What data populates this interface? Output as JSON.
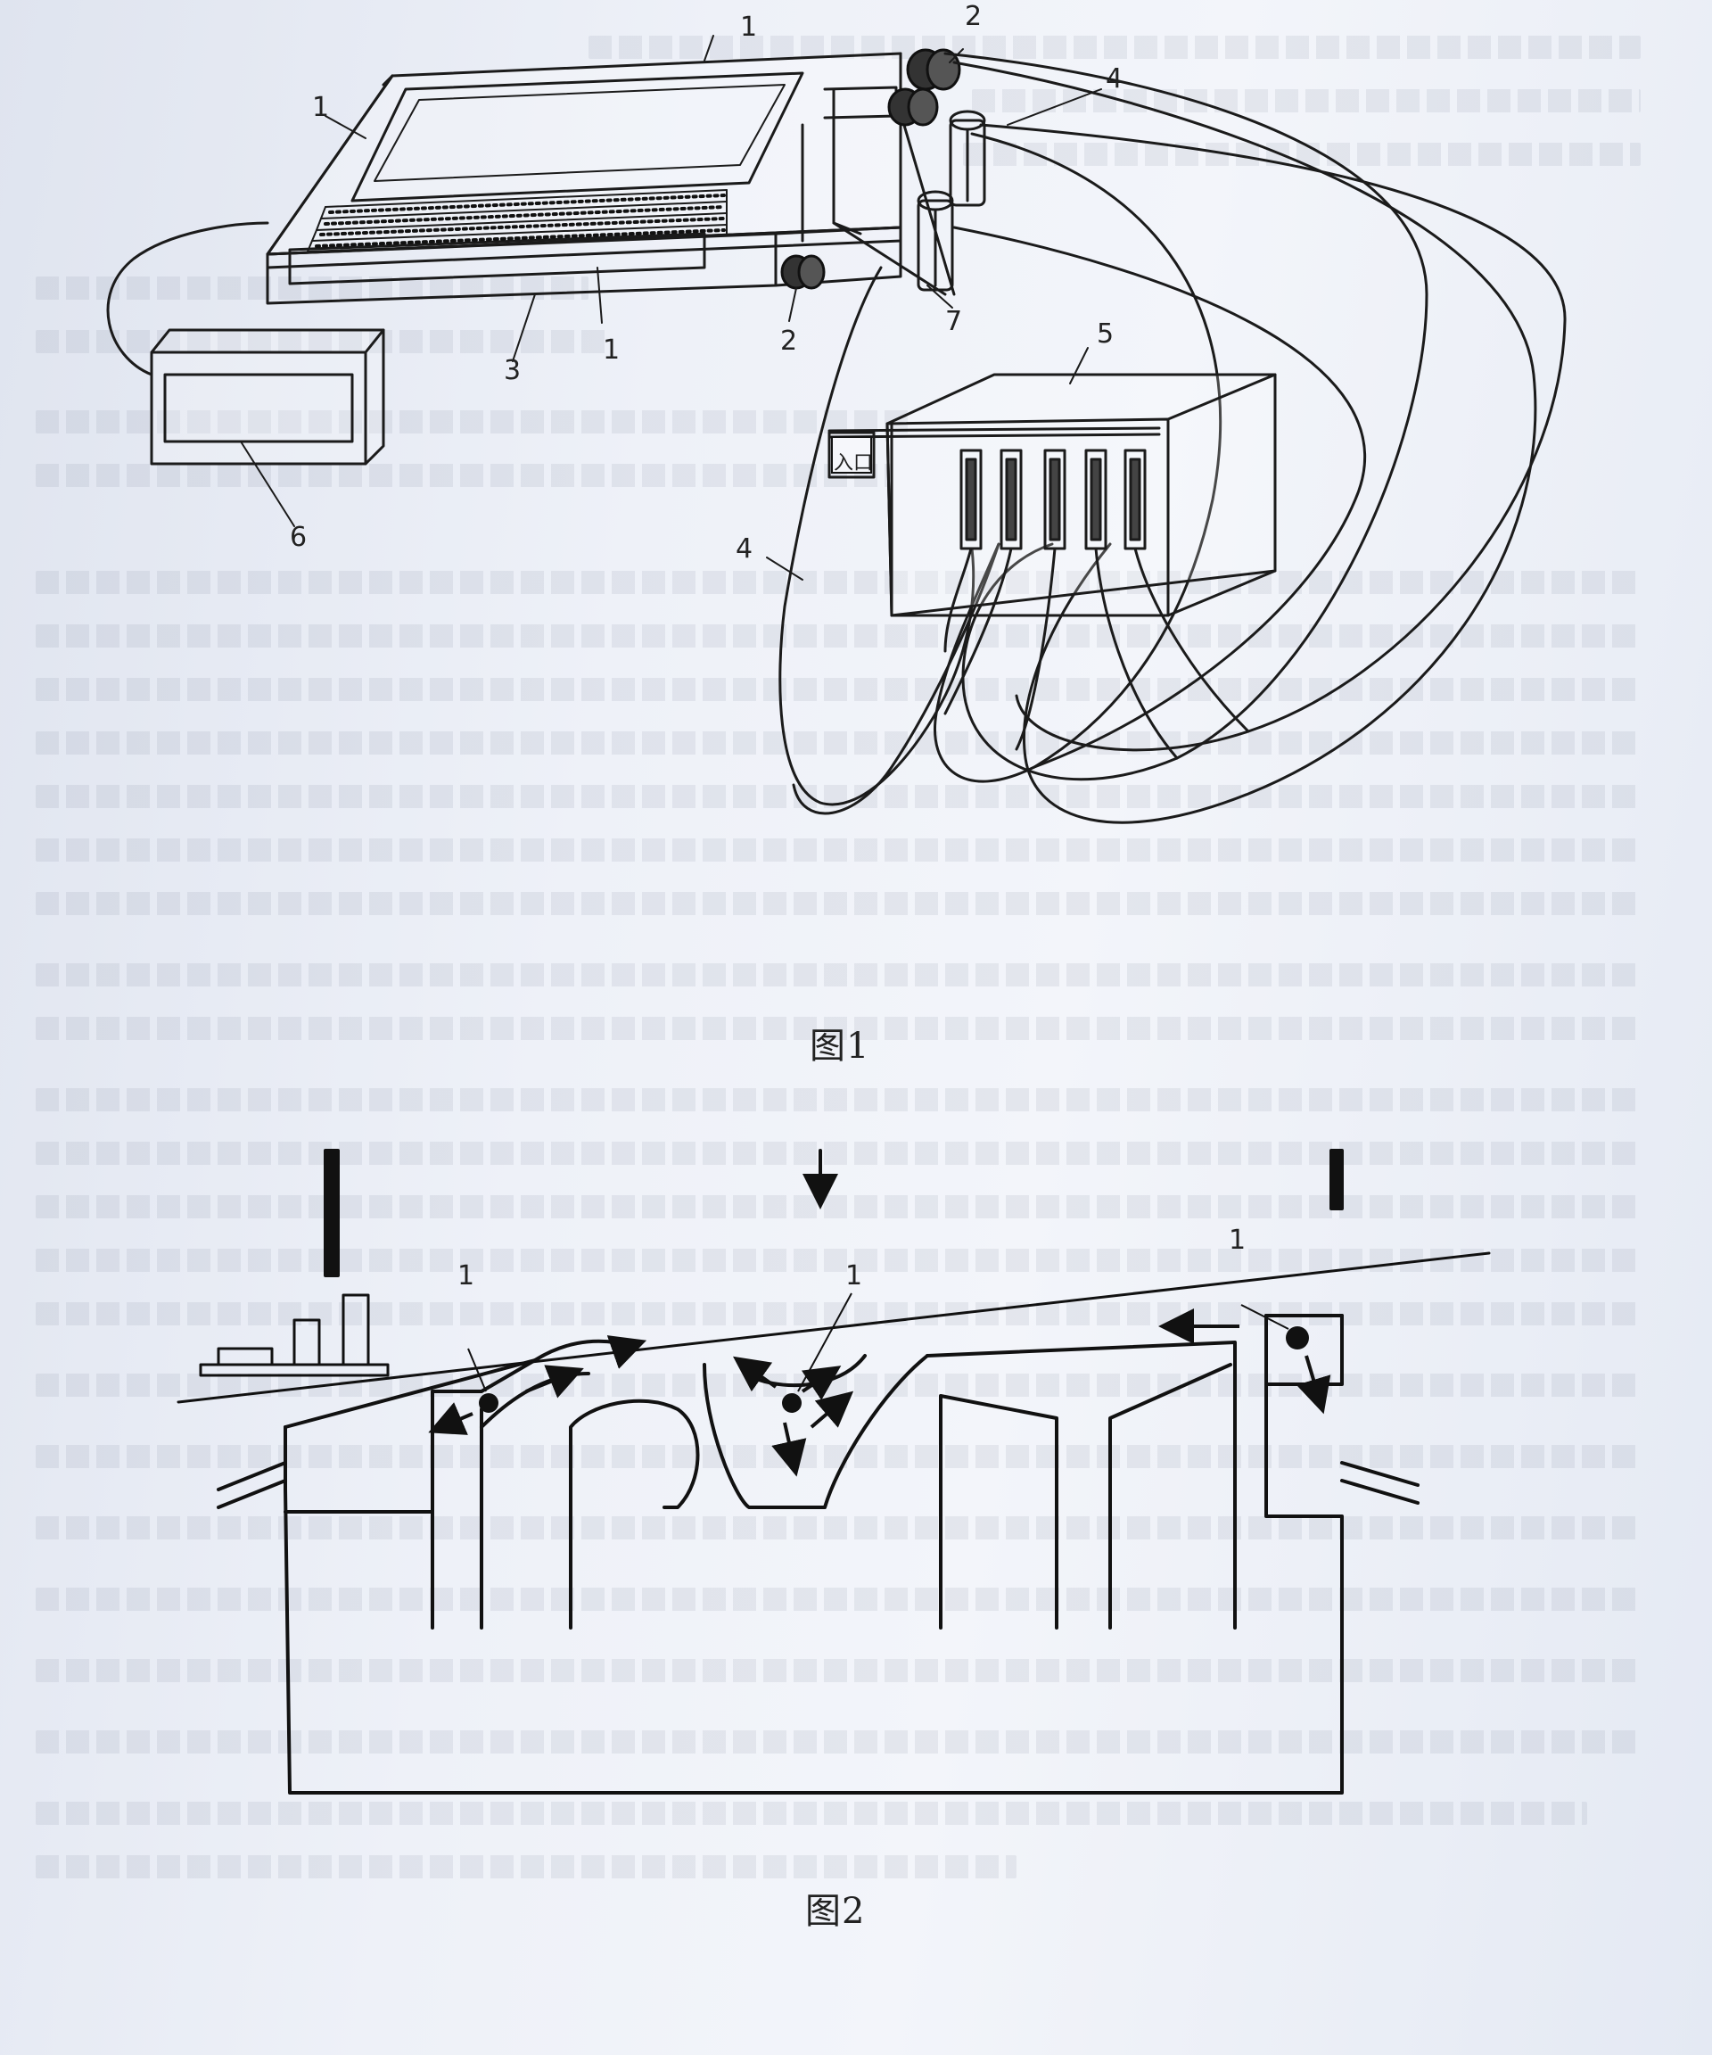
{
  "figure1": {
    "caption": "图1",
    "labels": {
      "cooler_top": "1",
      "cooler_left": "1",
      "cooler_front": "1",
      "coupling_top": "2",
      "coupling_bottom": "2",
      "base": "3",
      "hose_top": "4",
      "hose_left": "4",
      "unit": "5",
      "display": "6",
      "bracket": "7"
    },
    "inlet_text": "入口"
  },
  "figure2": {
    "caption": "图2",
    "labels": {
      "point_left": "1",
      "point_middle": "1",
      "point_right": "1"
    }
  }
}
